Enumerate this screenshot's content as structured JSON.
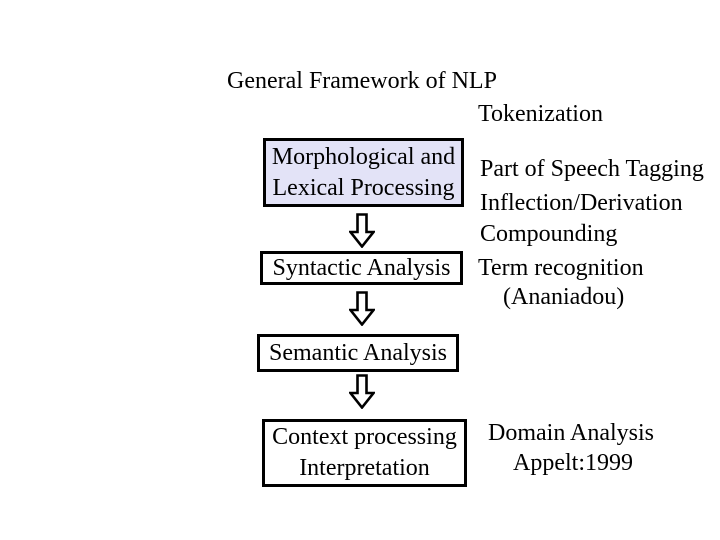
{
  "slide": {
    "title": "General Framework of NLP",
    "background_color": "#FFFFFF",
    "text_color": "#000000"
  },
  "pipeline": {
    "boxes": [
      {
        "name": "morphological-lexical-processing",
        "lines": [
          "Morphological and",
          "Lexical Processing"
        ],
        "fill": "#E3E3F7",
        "border": "#000000"
      },
      {
        "name": "syntactic-analysis",
        "lines": [
          "Syntactic Analysis"
        ],
        "fill": "#FFFFFF",
        "border": "#000000"
      },
      {
        "name": "semantic-analysis",
        "lines": [
          "Semantic Analysis"
        ],
        "fill": "#FFFFFF",
        "border": "#000000"
      },
      {
        "name": "context-processing-interpretation",
        "lines": [
          "Context processing",
          "Interpretation"
        ],
        "fill": "#FFFFFF",
        "border": "#000000"
      }
    ],
    "arrow": {
      "icon": "down-block-arrow-icon",
      "fill": "#FFFFFF",
      "outline": "#000000"
    }
  },
  "side_labels": {
    "tokenization": "Tokenization",
    "pos_tagging": "Part of Speech Tagging",
    "inflection": "Inflection/Derivation",
    "compounding": "Compounding",
    "term_recognition": "Term recognition",
    "term_recognition_credit": "(Ananiadou)",
    "domain_analysis": "Domain Analysis",
    "domain_analysis_credit": "Appelt:1999"
  }
}
